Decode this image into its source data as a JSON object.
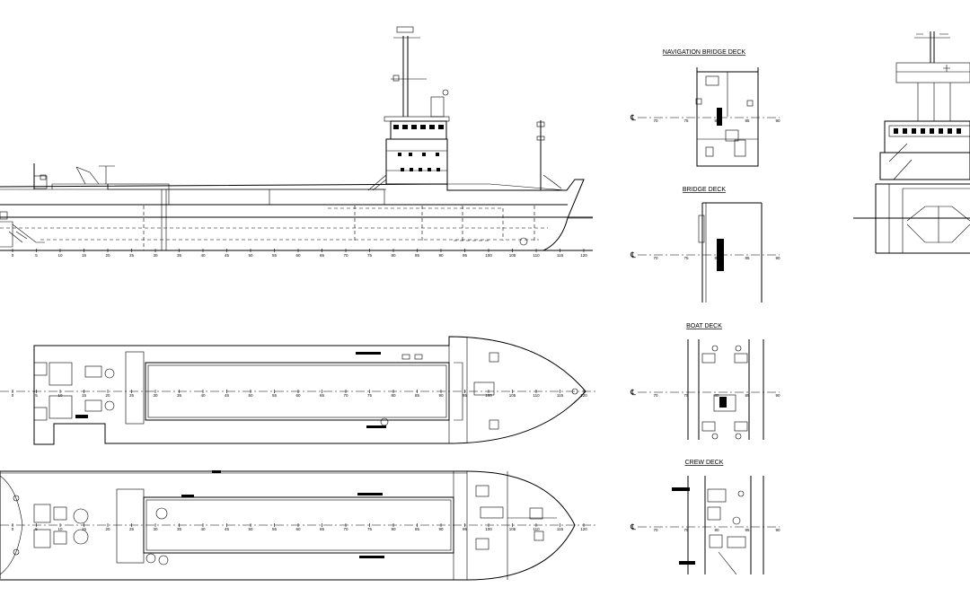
{
  "deck_titles": {
    "navigation_bridge_deck": "NAVIGATION BRIDGE DECK",
    "bridge_deck": "BRIDGE DECK",
    "boat_deck": "BOAT DECK",
    "crew_deck": "CREW DECK"
  },
  "centerline_symbol": "℄",
  "frame_numbers_long": [
    "0",
    "5",
    "10",
    "15",
    "20",
    "25",
    "30",
    "35",
    "40",
    "45",
    "50",
    "55",
    "60",
    "65",
    "70",
    "75",
    "80",
    "85",
    "90",
    "95",
    "100",
    "105",
    "110",
    "115",
    "120"
  ],
  "frame_numbers_detail": [
    "70",
    "75",
    "80",
    "85",
    "90"
  ]
}
